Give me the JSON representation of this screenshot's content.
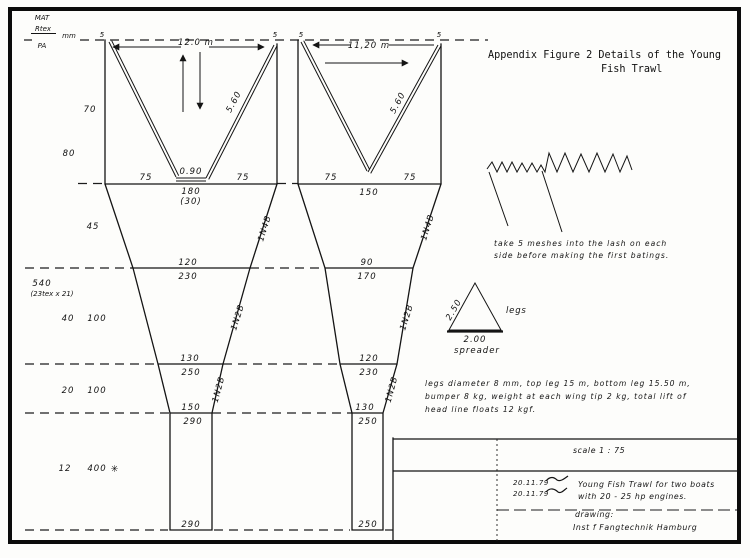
{
  "header": {
    "line1": "Appendix  Figure 2  Details of the Young",
    "line2": "Fish Trawl"
  },
  "material_column": {
    "mat": "MAT",
    "rtex": "Rtex",
    "mm": "mm",
    "pa": "PA",
    "mesh_70": "70",
    "mesh_80": "80",
    "mesh_45": "45",
    "rtex_540": "540",
    "rtex_540_detail": "(23tex x 21)",
    "mesh_40": "40",
    "rtex_100a": "100",
    "mesh_20": "20",
    "rtex_100b": "100",
    "mesh_12": "12",
    "rtex_400": "400",
    "twine_mark": "✳"
  },
  "left_trawl": {
    "tip_left": "5",
    "tip_right": "5",
    "span": "12.0 m",
    "wing_edge_len": "5.60",
    "bosom": "0.90",
    "wing_meshes_left": "75",
    "wing_meshes_right": "75",
    "row1a": "180",
    "row1b": "(30)",
    "cut1": "1N4B",
    "row2a": "120",
    "row2b": "230",
    "cut2": "1N2B",
    "row3a": "130",
    "row3b": "250",
    "cut3": "1N2B",
    "row4a": "150",
    "row4b": "290",
    "codend_bottom": "290"
  },
  "right_trawl": {
    "tip_left": "5",
    "tip_right": "5",
    "span": "11,20 m",
    "wing_edge_len": "5.60",
    "wing_meshes_left": "75",
    "wing_meshes_right": "75",
    "row1": "150",
    "cut1": "1N4B",
    "row2a": "90",
    "row2b": "170",
    "cut2": "1N2B",
    "row3a": "120",
    "row3b": "230",
    "cut3": "1N2B",
    "row4a": "130",
    "row4b": "250",
    "codend_bottom": "250"
  },
  "lash_note": {
    "line1": "take 5 meshes into the lash on each",
    "line2": "side before making the first batings."
  },
  "spreader_detail": {
    "leg_length": "2.50",
    "legs_label": "legs",
    "base_length": "2.00",
    "spreader_label": "spreader"
  },
  "rigging_note": {
    "line1": "legs diameter 8 mm, top leg 15 m, bottom leg 15.50 m,",
    "line2": "bumper 8 kg, weight at each wing tip  2 kg, total lift of",
    "line3": "head line floats 12 kgf."
  },
  "title_block": {
    "scale": "scale 1 : 75",
    "date1": "20.11.79",
    "date2": "20.11.79",
    "desc1": "Young Fish Trawl for two boats",
    "desc2": "with 20 - 25 hp engines.",
    "drawing_label": "drawing:",
    "institute": "Inst f Fangtechnik Hamburg"
  }
}
